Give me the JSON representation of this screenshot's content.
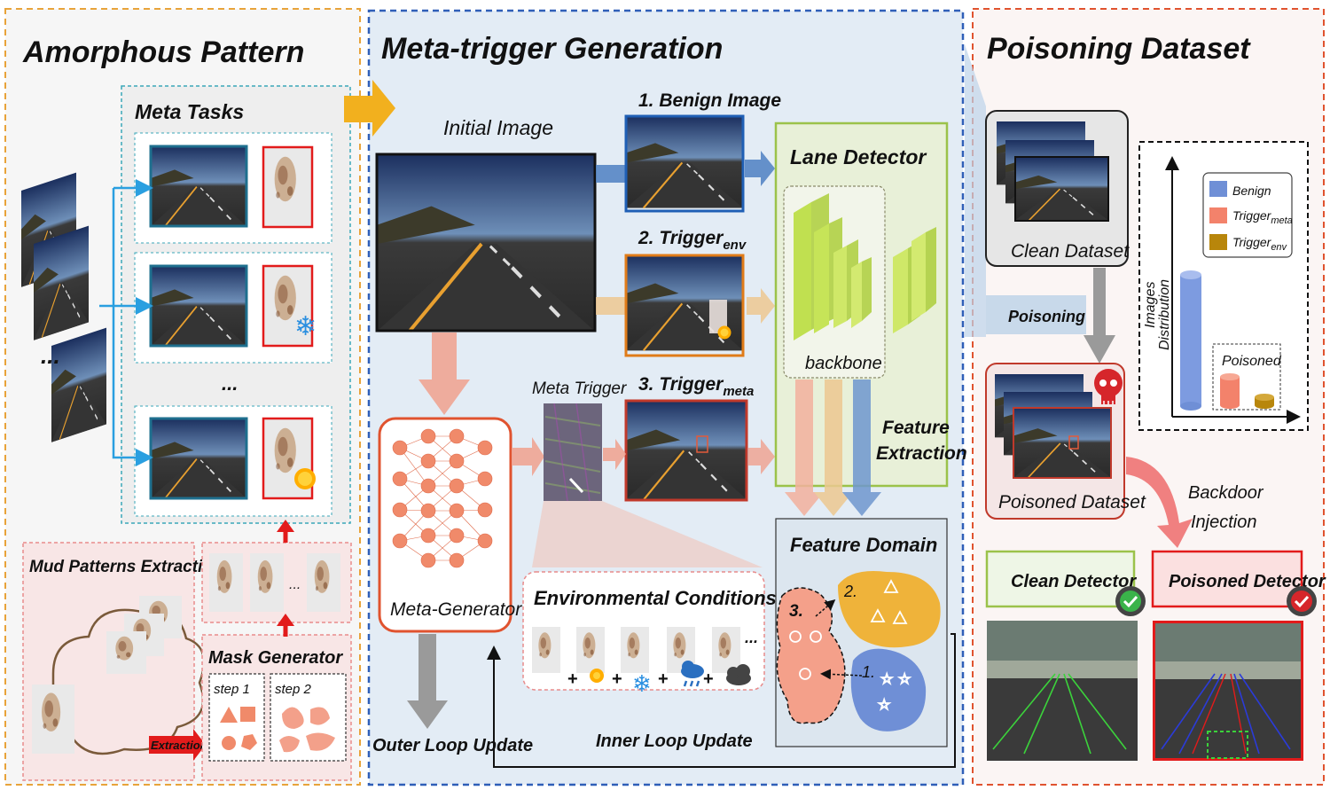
{
  "sections": {
    "amorphous": "Amorphous Pattern",
    "meta_gen": "Meta-trigger Generation",
    "poisoning": "Poisoning Dataset"
  },
  "amorphous": {
    "meta_tasks": "Meta Tasks",
    "ellipsis": "...",
    "mud_extraction": "Mud Patterns Extraction",
    "extraction_tag": "Extraction",
    "mask_generator": "Mask Generator",
    "step1": "step 1",
    "step2": "step 2",
    "dots": "..."
  },
  "metagen": {
    "initial_image": "Initial Image",
    "benign_image": "1. Benign Image",
    "trigger_env_num": "2. Trigger",
    "trigger_env_sub": "env",
    "trigger_meta_num": "3. Trigger",
    "trigger_meta_sub": "meta",
    "meta_trigger": "Meta Trigger",
    "meta_generator": "Meta-Generator",
    "lane_detector": "Lane Detector",
    "backbone": "backbone",
    "feature_extraction_1": "Feature",
    "feature_extraction_2": "Extraction",
    "feature_domain": "Feature Domain",
    "env_conditions": "Environmental Conditions",
    "env_more": "...",
    "outer_loop": "Outer Loop Update",
    "inner_loop": "Inner Loop Update",
    "domain_labels": [
      "1.",
      "2.",
      "3."
    ]
  },
  "poison": {
    "clean_dataset": "Clean Dataset",
    "poisoned_dataset": "Poisoned Dataset",
    "poisoning": "Poisoning",
    "axis_label_1": "Images",
    "axis_label_2": "Distribution",
    "legend": [
      {
        "name": "Benign",
        "color": "#6f8fd6"
      },
      {
        "name": "Trigger",
        "sub": "meta",
        "color": "#f3826b"
      },
      {
        "name": "Trigger",
        "sub": "env",
        "color": "#b8860b"
      }
    ],
    "poisoned_tag": "Poisoned",
    "backdoor_1": "Backdoor",
    "backdoor_2": "Injection",
    "clean_detector": "Clean Detector",
    "poisoned_detector": "Poisoned Detector"
  },
  "colors": {
    "orange_border": "#e8a33a",
    "blue_border": "#2f5fb8",
    "red_border": "#e0532f",
    "benign_blue": "#1f5fb5",
    "env_orange": "#e07b18",
    "meta_red": "#c0392b",
    "green_text": "#2f9a2f"
  }
}
